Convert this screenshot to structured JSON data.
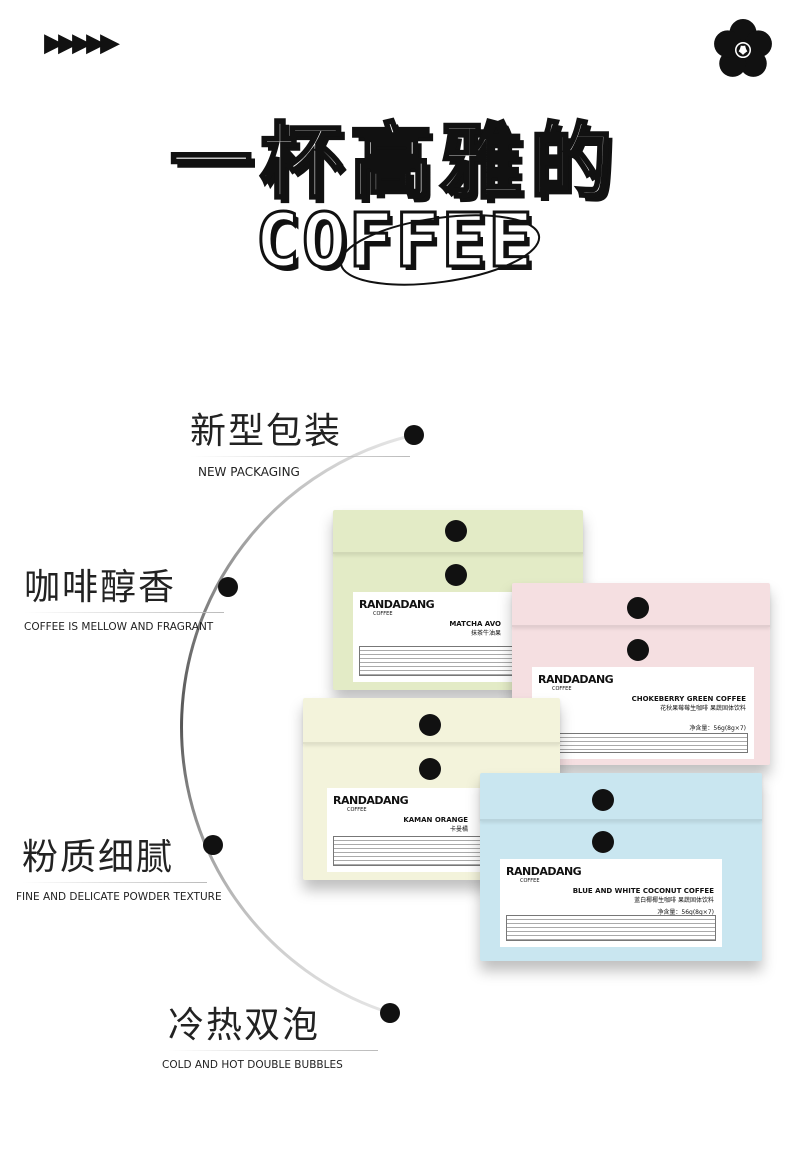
{
  "header": {
    "arrows": "▶▶▶▶▶",
    "title_cn": "一杯高雅的",
    "title_en": "COFFEE"
  },
  "features": [
    {
      "cn": "新型包装",
      "en": "NEW PACKAGING"
    },
    {
      "cn": "咖啡醇香",
      "en": "COFFEE IS MELLOW AND FRAGRANT"
    },
    {
      "cn": "粉质细腻",
      "en": "FINE AND DELICATE POWDER TEXTURE"
    },
    {
      "cn": "冷热双泡",
      "en": "COLD AND HOT DOUBLE BUBBLES"
    }
  ],
  "products": [
    {
      "brand": "RANDADANG",
      "sub": "COFFEE",
      "name_en": "MATCHA AVO",
      "name_cn": "抹茶牛油果",
      "color": "#e3ebc6"
    },
    {
      "brand": "RANDADANG",
      "sub": "COFFEE",
      "name_en": "CHOKEBERRY GREEN COFFEE",
      "name_cn": "花秋果莓莓生咖啡 果蔬固体饮料",
      "net": "净含量：56g(8g×7)",
      "color": "#f5dfe1"
    },
    {
      "brand": "RANDADANG",
      "sub": "COFFEE",
      "name_en": "KAMAN ORANGE",
      "name_cn": "卡曼橘",
      "color": "#f3f3db"
    },
    {
      "brand": "RANDADANG",
      "sub": "COFFEE",
      "name_en": "BLUE AND WHITE COCONUT COFFEE",
      "name_cn": "蓝白椰椰生咖啡 果蔬固体饮料",
      "net": "净含量：56g(8g×7)",
      "color": "#c9e6f0"
    }
  ]
}
